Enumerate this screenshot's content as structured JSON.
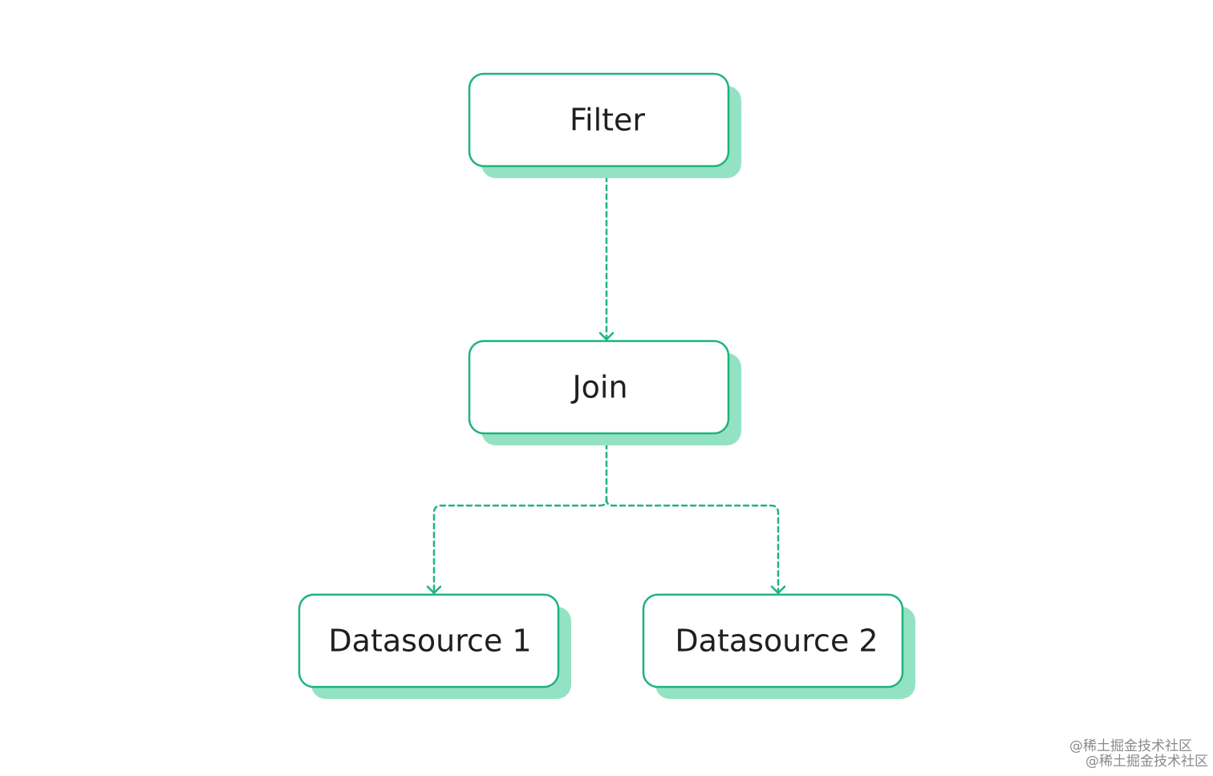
{
  "colors": {
    "border": "#1db47e",
    "shadow": "#94e2c4",
    "connector": "#1db47e",
    "text": "#1f1f1f",
    "background": "#ffffff"
  },
  "nodes": {
    "filter": {
      "label": "Filter"
    },
    "join": {
      "label": "Join"
    },
    "datasource1": {
      "label": "Datasource 1"
    },
    "datasource2": {
      "label": "Datasource 2"
    }
  },
  "edges": [
    {
      "from": "filter",
      "to": "join",
      "style": "dashed",
      "arrow": "chevron"
    },
    {
      "from": "join",
      "to": "datasource1",
      "style": "dashed",
      "arrow": "chevron"
    },
    {
      "from": "join",
      "to": "datasource2",
      "style": "dashed",
      "arrow": "chevron"
    }
  ],
  "watermark": {
    "line1": "@稀土掘金技术社区",
    "line2": "@稀土掘金技术社区"
  }
}
